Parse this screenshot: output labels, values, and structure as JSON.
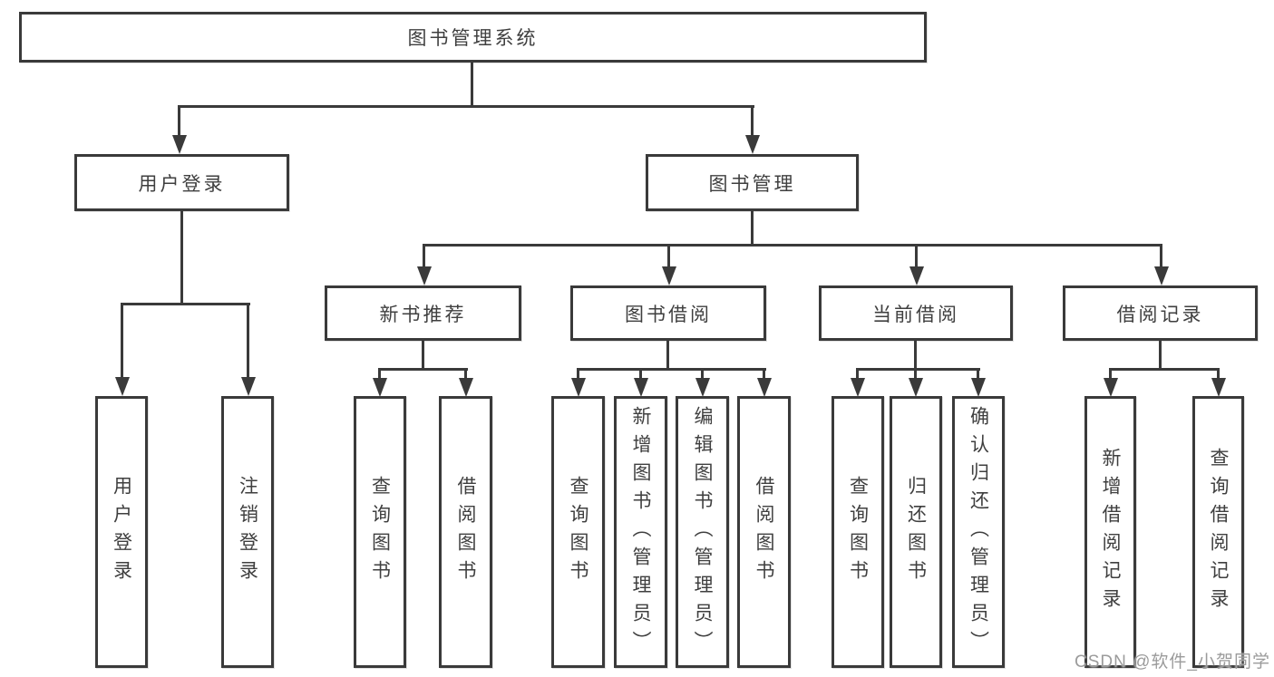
{
  "title": "图书管理系统",
  "colors": {
    "line": "#3a3a3a",
    "box_border": "#3a3a3a",
    "box_fill": "#ffffff",
    "text": "#3f3f3f",
    "watermark": "#9b9b9b"
  },
  "tree": {
    "root": {
      "label": "图书管理系统"
    },
    "level2": [
      {
        "label": "用户登录",
        "children": [
          {
            "label": "用户登录"
          },
          {
            "label": "注销登录"
          }
        ]
      },
      {
        "label": "图书管理",
        "children": [
          {
            "label": "新书推荐",
            "children": [
              {
                "label": "查询图书"
              },
              {
                "label": "借阅图书"
              }
            ]
          },
          {
            "label": "图书借阅",
            "children": [
              {
                "label": "查询图书"
              },
              {
                "label": "新增图书（管理员）"
              },
              {
                "label": "编辑图书（管理员）"
              },
              {
                "label": "借阅图书"
              }
            ]
          },
          {
            "label": "当前借阅",
            "children": [
              {
                "label": "查询图书"
              },
              {
                "label": "归还图书"
              },
              {
                "label": "确认归还（管理员）"
              }
            ]
          },
          {
            "label": "借阅记录",
            "children": [
              {
                "label": "新增借阅记录"
              },
              {
                "label": "查询借阅记录"
              }
            ]
          }
        ]
      }
    ]
  },
  "watermark": {
    "text": "CSDN @软件_小贺同学"
  }
}
